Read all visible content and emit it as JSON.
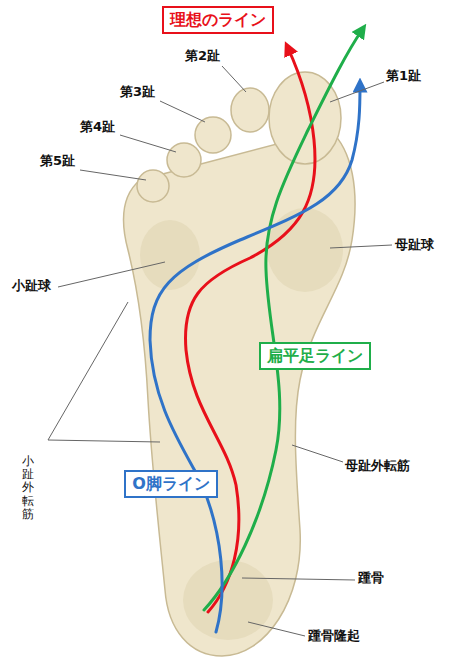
{
  "diagram": {
    "nodes": [
      {
        "text": [
          "理想のライン"
        ]
      },
      {
        "text": [
          "扁平足ライン"
        ]
      },
      {
        "text": [
          "O脚ライン"
        ]
      }
    ],
    "labels": [
      "第2趾",
      "第1趾",
      "第3趾",
      "第4趾",
      "第5趾",
      "母趾球",
      "小趾球",
      "小趾外転筋",
      "母趾外転筋",
      "踵骨",
      "踵骨隆起"
    ]
  }
}
